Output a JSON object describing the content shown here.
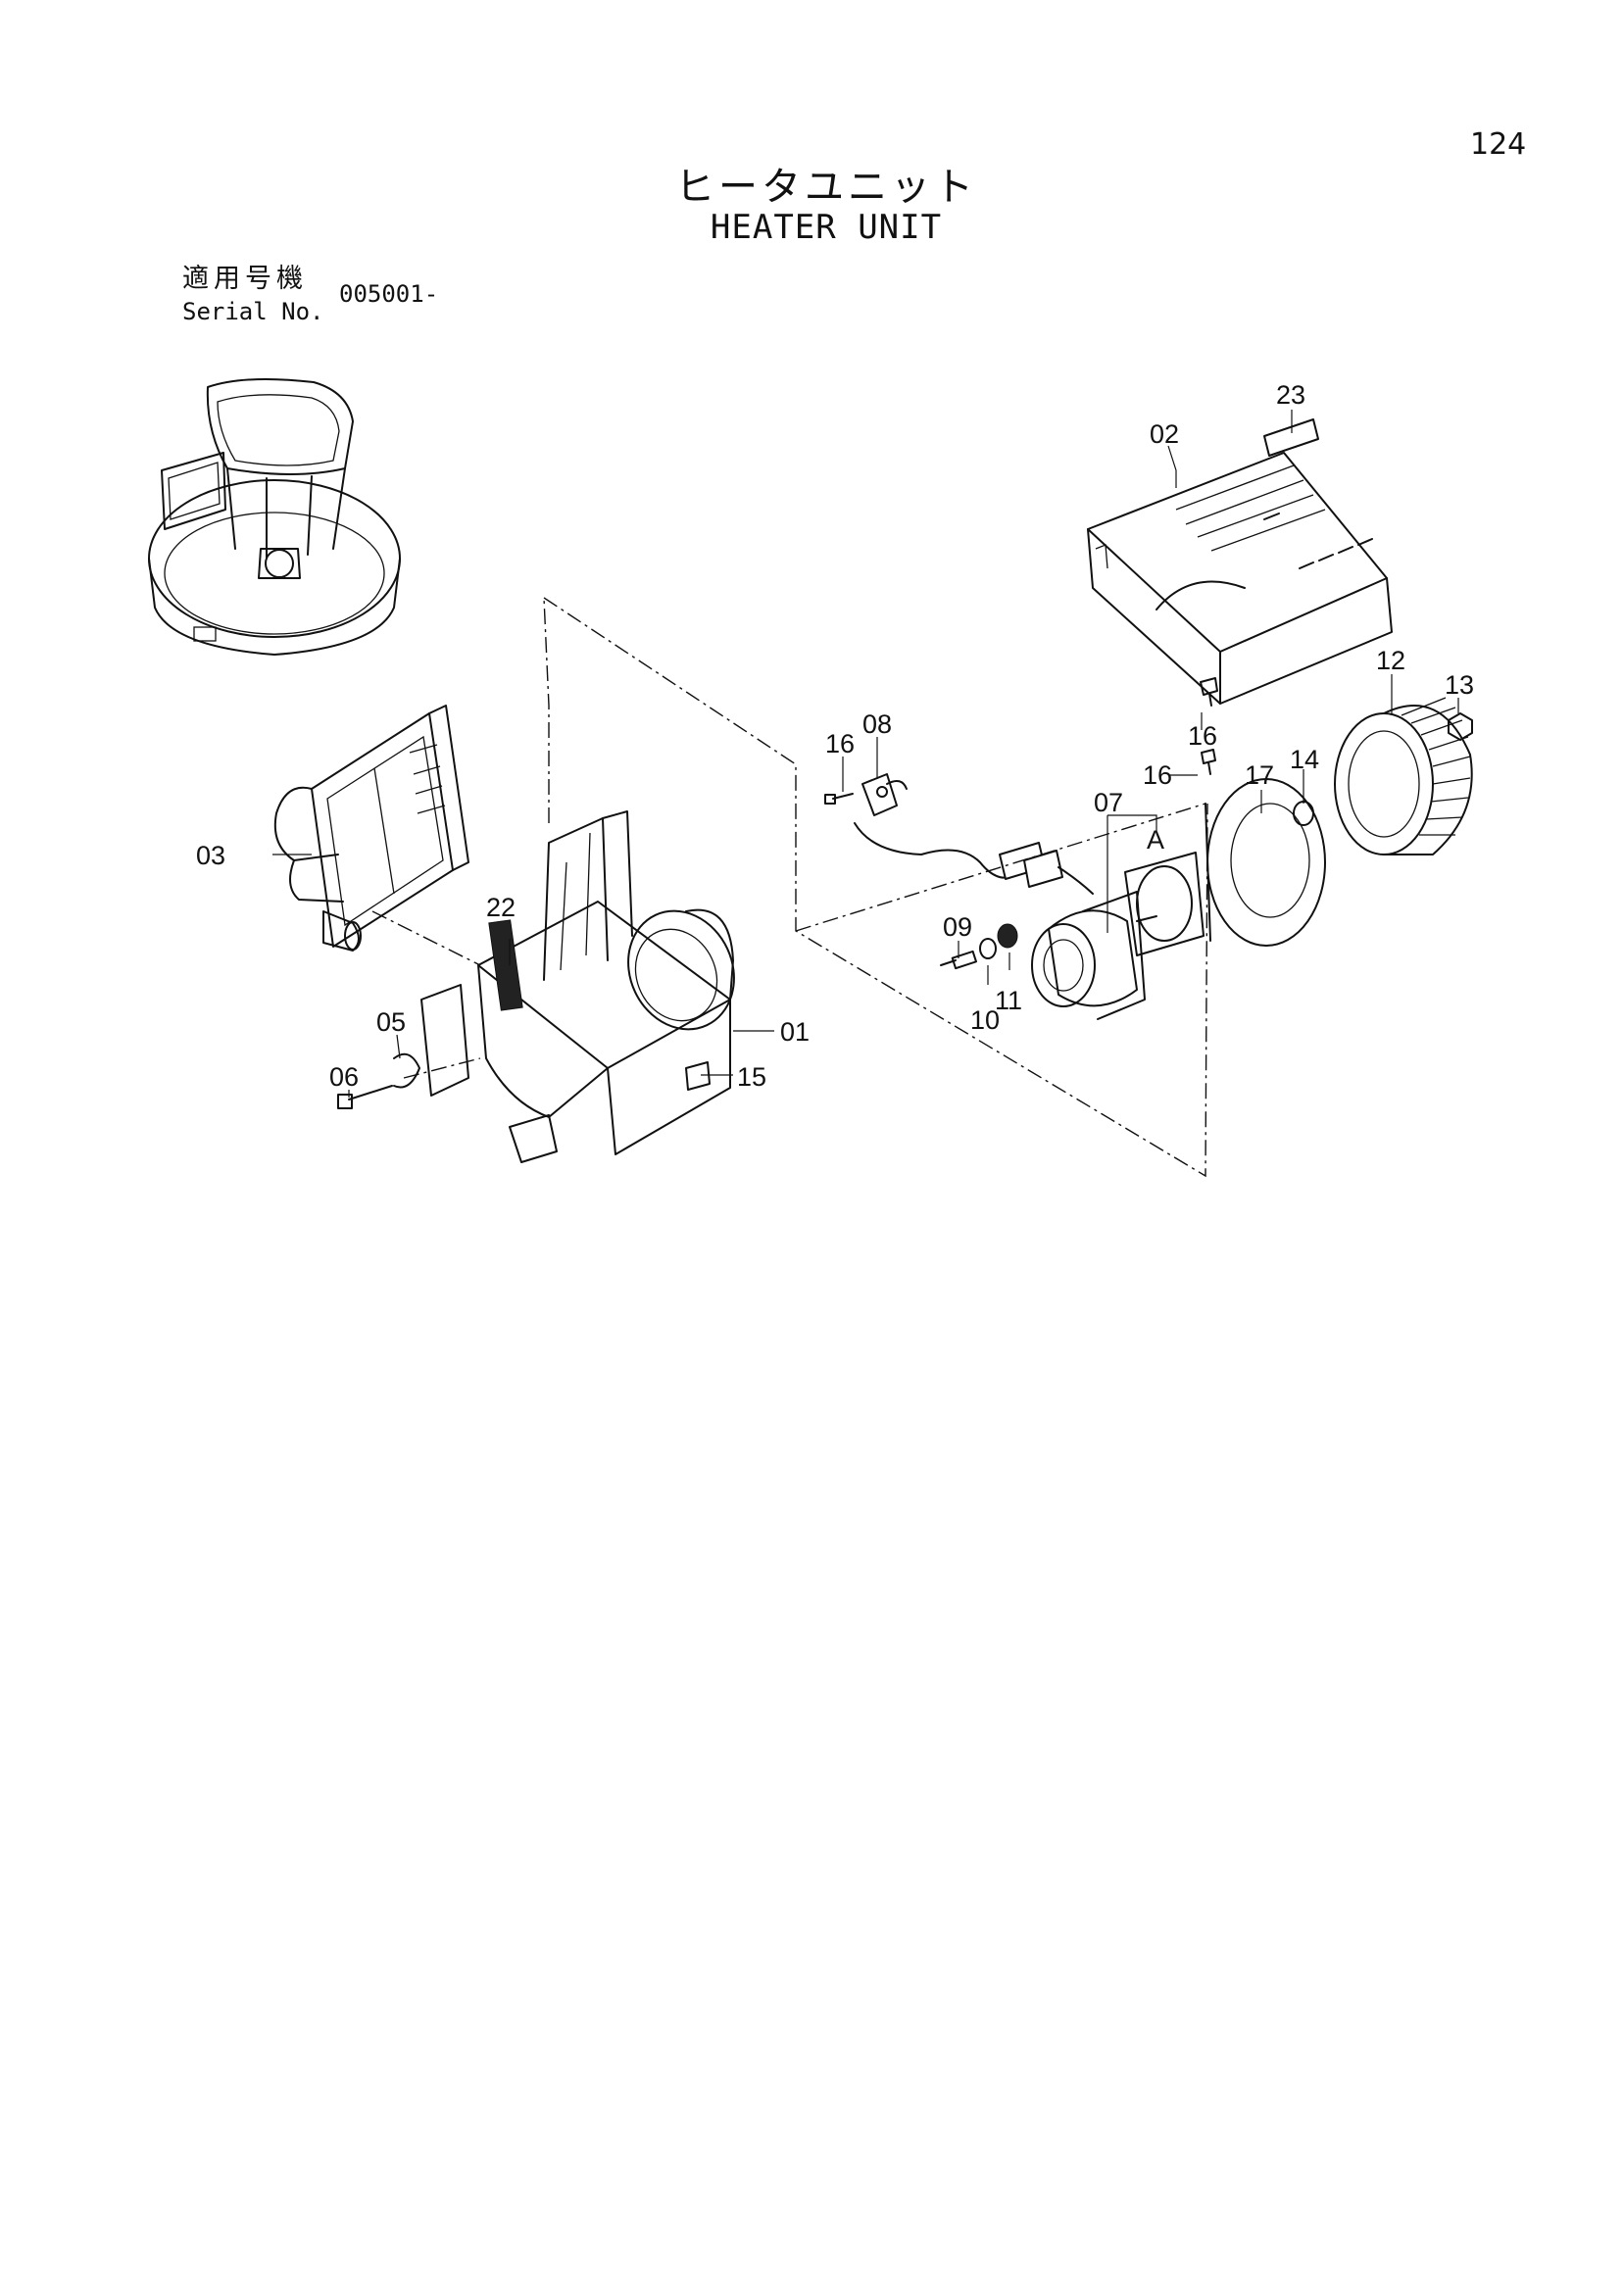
{
  "header": {
    "page_number": "124",
    "title_jp": "ヒータユニット",
    "title_en": "HEATER UNIT"
  },
  "serial": {
    "label_jp": "適用号機",
    "label_en": "Serial No.",
    "value": "005001-"
  },
  "callouts": {
    "c01": "01",
    "c02": "02",
    "c03": "03",
    "c05": "05",
    "c06": "06",
    "c07": "07",
    "c08": "08",
    "c09": "09",
    "c10": "10",
    "c11": "11",
    "c12": "12",
    "c13": "13",
    "c14": "14",
    "c15": "15",
    "c16a": "16",
    "c16b": "16",
    "c16c": "16",
    "c17": "17",
    "c22": "22",
    "c23": "23",
    "cA": "A"
  }
}
